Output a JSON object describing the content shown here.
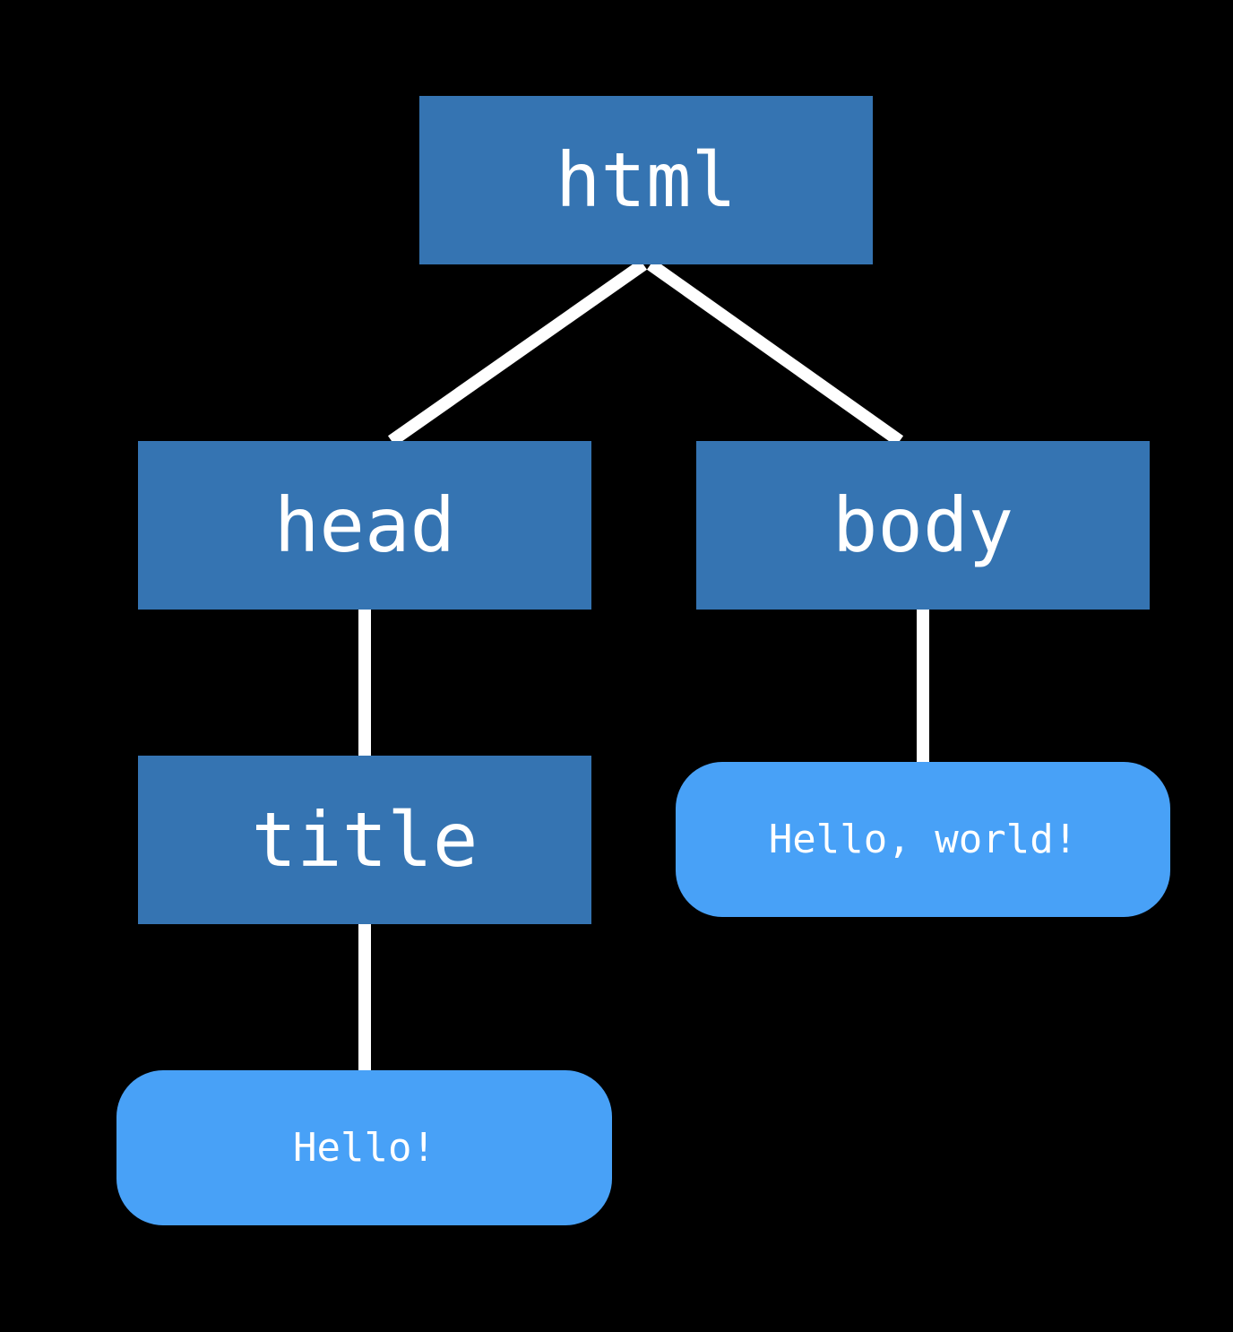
{
  "colors": {
    "background": "#000000",
    "element_node": "#3574b2",
    "text_node": "#48a1f7",
    "edge": "#ffffff",
    "label": "#ffffff"
  },
  "nodes": {
    "html": "html",
    "head": "head",
    "body": "body",
    "title": "title",
    "title_text": "Hello!",
    "body_text": "Hello, world!"
  },
  "edges": [
    {
      "from": "html",
      "to": "head"
    },
    {
      "from": "html",
      "to": "body"
    },
    {
      "from": "head",
      "to": "title"
    },
    {
      "from": "title",
      "to": "title_text"
    },
    {
      "from": "body",
      "to": "body_text"
    }
  ]
}
